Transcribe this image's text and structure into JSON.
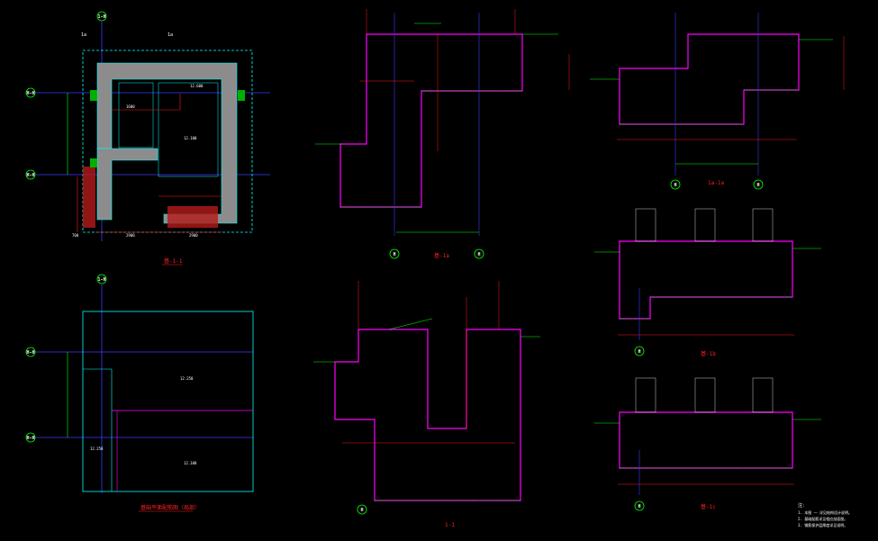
{
  "colors": {
    "background": "#000000",
    "wall_outline": "#ff00ff",
    "dimension": "#ff1a1a",
    "leader": "#00ff00",
    "grid_line": "#3a3aff",
    "plan_outline": "#00ffff",
    "gray_fill": "#8c8c8c",
    "hatch": "#b51a1a"
  },
  "plan_top": {
    "title": "基-1-1",
    "grid_top": "1-H",
    "grid_left_upper": "H-H",
    "grid_left_lower": "H-H",
    "label_a": "1a",
    "label_b": "1a",
    "elev_1": "12.600",
    "elev_2": "12.100",
    "dim_1": "2900",
    "dim_2": "2900",
    "dim_3": "700",
    "dim_4": "1600"
  },
  "plan_bottom": {
    "title": "基础平面配筋图（局部）",
    "grid_top": "1-H",
    "grid_left_upper": "H-H",
    "grid_left_lower": "H-H",
    "elev_1": "12.250",
    "elev_2": "12.100",
    "elev_3": "12.250"
  },
  "sections": {
    "s1": {
      "title": "基-1a",
      "grid_a": "H",
      "grid_b": "H"
    },
    "s2": {
      "title": "1-1",
      "grid": "H"
    },
    "s3": {
      "title": "1a-1a",
      "grid_a": "H",
      "grid_b": "H"
    },
    "s4": {
      "title": "基-1b",
      "grid": "H"
    },
    "s5": {
      "title": "基-1c",
      "grid": "H"
    }
  },
  "notes": {
    "heading": "注：",
    "line1": "1. 本图 一 详见结构设计说明。",
    "line2": "2. 基础配筋详见相应剖面图。",
    "line3": "3. 钢筋保护层厚度详见说明。"
  }
}
